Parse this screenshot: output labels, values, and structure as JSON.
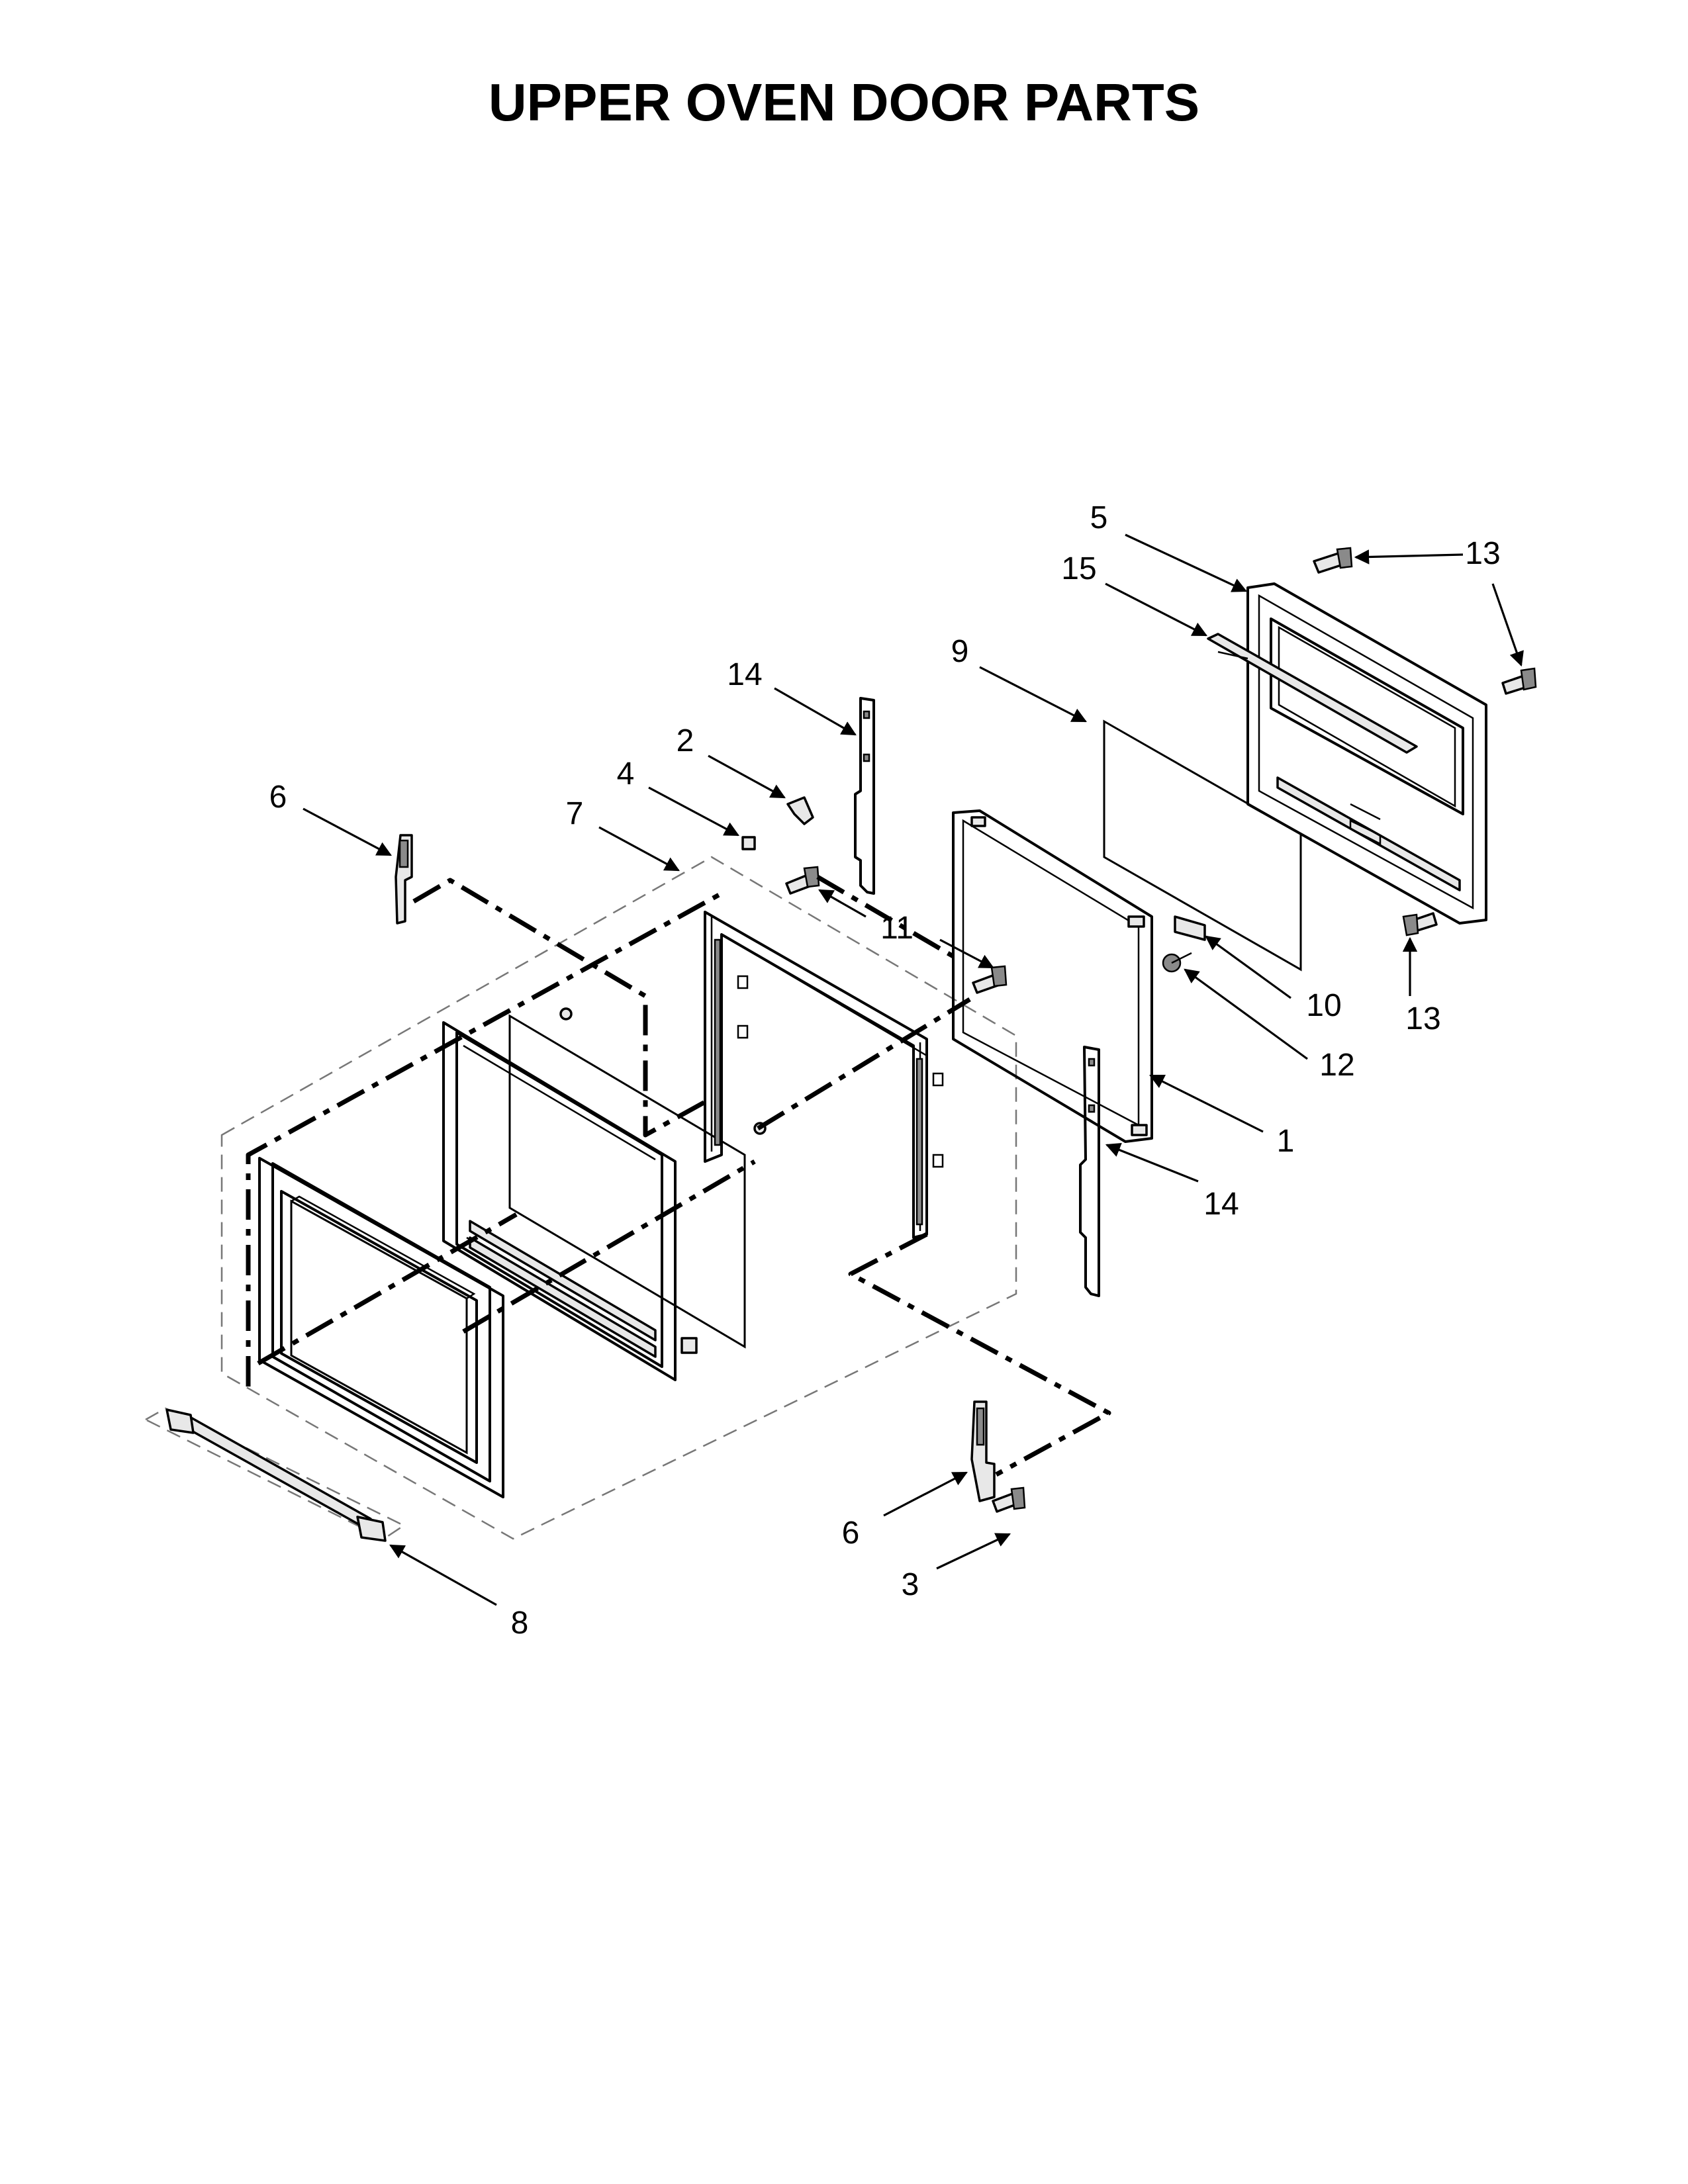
{
  "title": "UPPER OVEN DOOR PARTS",
  "callouts": [
    {
      "id": "c5",
      "label": "5"
    },
    {
      "id": "c15",
      "label": "15"
    },
    {
      "id": "c13a",
      "label": "13"
    },
    {
      "id": "c9",
      "label": "9"
    },
    {
      "id": "c14a",
      "label": "14"
    },
    {
      "id": "c2",
      "label": "2"
    },
    {
      "id": "c4",
      "label": "4"
    },
    {
      "id": "c6a",
      "label": "6"
    },
    {
      "id": "c7",
      "label": "7"
    },
    {
      "id": "c11",
      "label": "11"
    },
    {
      "id": "c10",
      "label": "10"
    },
    {
      "id": "c13b",
      "label": "13"
    },
    {
      "id": "c12",
      "label": "12"
    },
    {
      "id": "c1",
      "label": "1"
    },
    {
      "id": "c14b",
      "label": "14"
    },
    {
      "id": "c6b",
      "label": "6"
    },
    {
      "id": "c3",
      "label": "3"
    },
    {
      "id": "c8",
      "label": "8"
    }
  ]
}
